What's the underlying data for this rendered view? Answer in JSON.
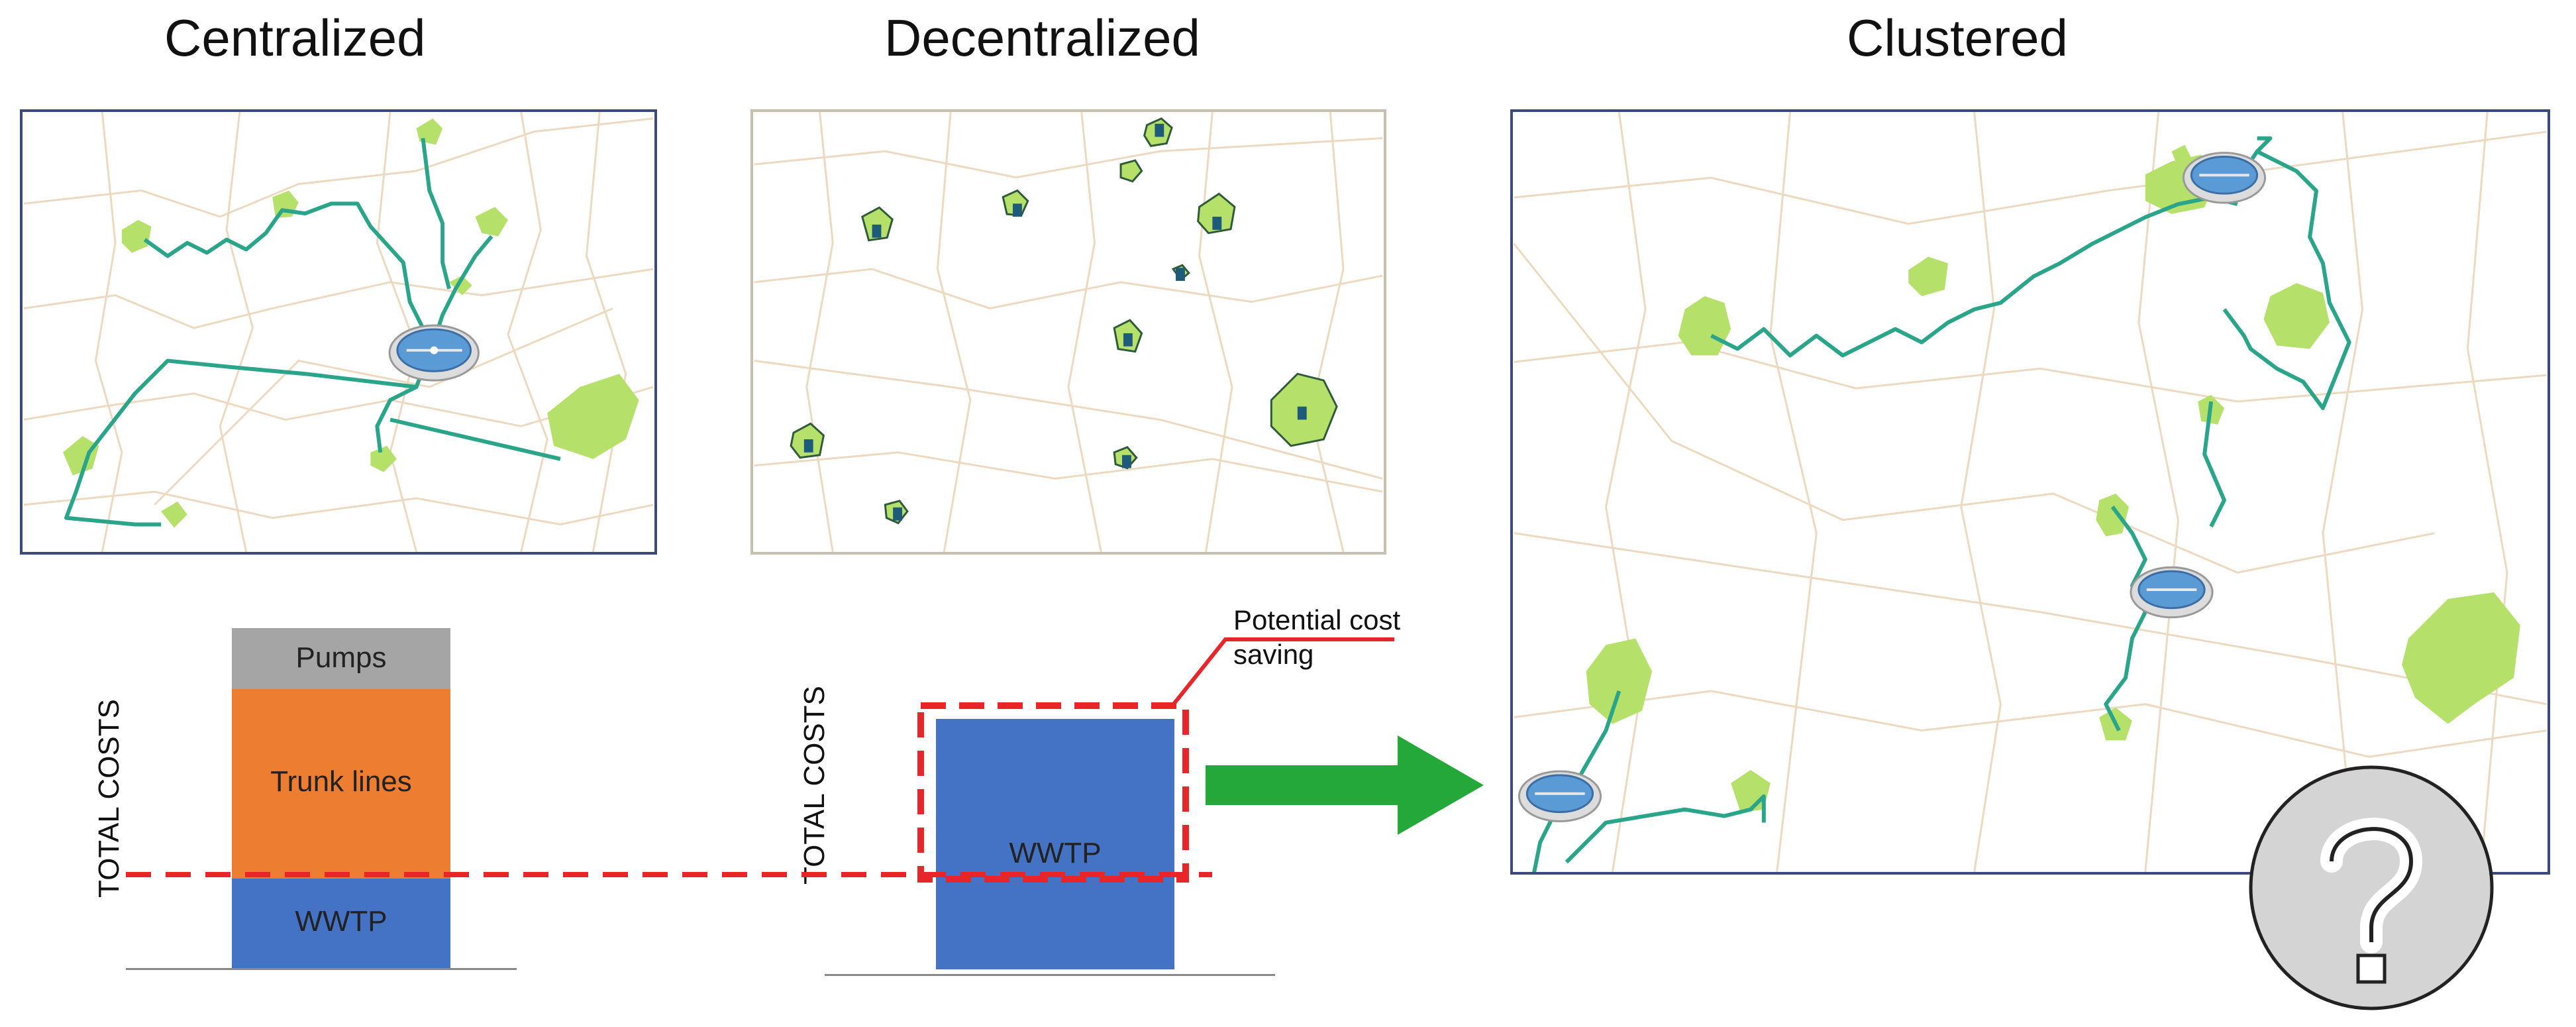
{
  "panels": {
    "centralized": {
      "title": "Centralized"
    },
    "decentralized": {
      "title": "Decentralized"
    },
    "clustered": {
      "title": "Clustered"
    }
  },
  "cost_charts": {
    "centralized": {
      "axis_label": "TOTAL COSTS",
      "segments": [
        {
          "label": "WWTP",
          "color": "#4472c4"
        },
        {
          "label": "Trunk lines",
          "color": "#ed7d31"
        },
        {
          "label": "Pumps",
          "color": "#a5a5a5"
        }
      ]
    },
    "decentralized": {
      "axis_label": "TOTAL COSTS",
      "segments": [
        {
          "label": "WWTP",
          "color": "#4472c4"
        }
      ],
      "annotation": "Potential cost saving"
    }
  },
  "colors": {
    "map_border": "#3a4a7a",
    "map_roads": "#ecd9bf",
    "settlement": "#b5e06a",
    "pipeline": "#2aa58a",
    "baseline": "#e8262a",
    "arrow": "#25a83a",
    "question_circle": "#d4d4d4"
  },
  "icons": {
    "treatment_plant": "treatment-plant-icon",
    "question": "question-mark-icon",
    "arrow": "right-arrow-icon"
  }
}
